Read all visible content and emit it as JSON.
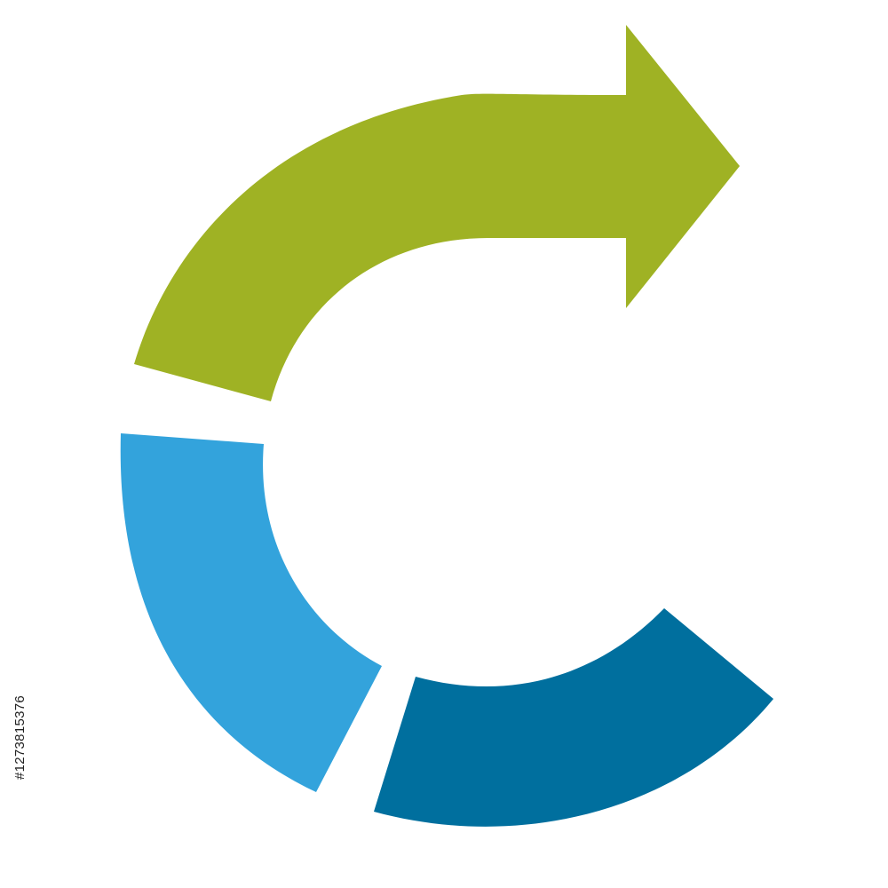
{
  "graphic": {
    "shape": "c-shaped-circular-arrow",
    "segments": [
      {
        "name": "green-arrow-segment",
        "color": "#9FB224"
      },
      {
        "name": "light-blue-segment",
        "color": "#33A3DC"
      },
      {
        "name": "dark-blue-segment",
        "color": "#006F9E"
      }
    ],
    "background": "#ffffff"
  },
  "watermark": {
    "stock_id": "#1273815376"
  }
}
